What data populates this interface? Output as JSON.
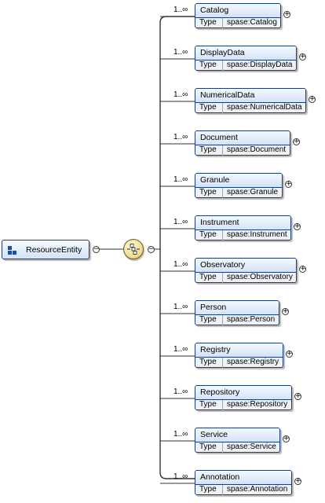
{
  "root": {
    "label": "ResourceEntity",
    "icon": "complex-type-icon",
    "toggle": "−"
  },
  "compositor": {
    "icon": "choice-compositor-icon",
    "toggle": "−"
  },
  "type_key": "Type",
  "expand_symbol": "+",
  "elements": [
    {
      "name": "Catalog",
      "type": "spase:Catalog",
      "multiplicity": "1..∞"
    },
    {
      "name": "DisplayData",
      "type": "spase:DisplayData",
      "multiplicity": "1..∞"
    },
    {
      "name": "NumericalData",
      "type": "spase:NumericalData",
      "multiplicity": "1..∞"
    },
    {
      "name": "Document",
      "type": "spase:Document",
      "multiplicity": "1..∞"
    },
    {
      "name": "Granule",
      "type": "spase:Granule",
      "multiplicity": "1..∞"
    },
    {
      "name": "Instrument",
      "type": "spase:Instrument",
      "multiplicity": "1..∞"
    },
    {
      "name": "Observatory",
      "type": "spase:Observatory",
      "multiplicity": "1..∞"
    },
    {
      "name": "Person",
      "type": "spase:Person",
      "multiplicity": "1..∞"
    },
    {
      "name": "Registry",
      "type": "spase:Registry",
      "multiplicity": "1..∞"
    },
    {
      "name": "Repository",
      "type": "spase:Repository",
      "multiplicity": "1..∞"
    },
    {
      "name": "Service",
      "type": "spase:Service",
      "multiplicity": "1..∞"
    },
    {
      "name": "Annotation",
      "type": "spase:Annotation",
      "multiplicity": "1..∞"
    }
  ]
}
